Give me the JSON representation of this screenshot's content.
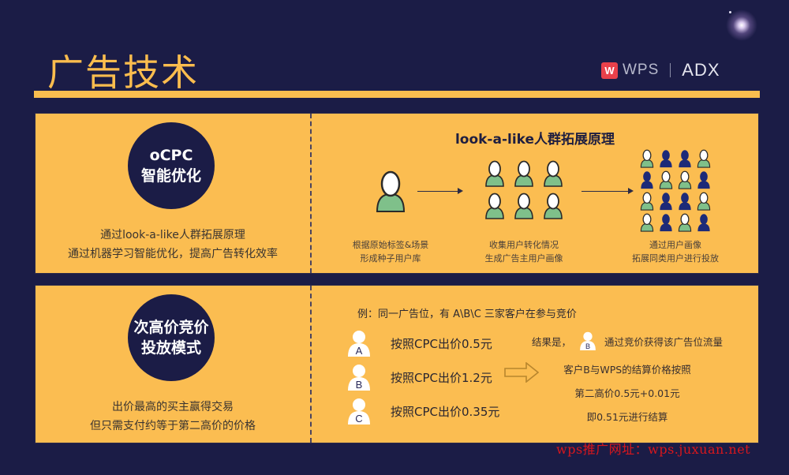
{
  "header": {
    "title": "广告技术",
    "logo": {
      "badge": "W",
      "brand": "WPS",
      "product": "ADX"
    }
  },
  "colors": {
    "background": "#1b1c46",
    "accent": "#fbbd51",
    "user_green": "#7fc08a",
    "user_navy": "#1d2a78",
    "watermark": "#d8171d"
  },
  "ocpc_panel": {
    "circle_line1": "oCPC",
    "circle_line2": "智能优化",
    "desc_line1": "通过look-a-like人群拓展原理",
    "desc_line2": "通过机器学习智能优化，提高广告转化效率",
    "lookalike": {
      "title": "look-a-like人群拓展原理",
      "steps": [
        {
          "line1": "根据原始标签&场景",
          "line2": "形成种子用户库"
        },
        {
          "line1": "收集用户转化情况",
          "line2": "生成广告主用户画像"
        },
        {
          "line1": "通过用户画像",
          "line2": "拓展同类用户进行投放"
        }
      ],
      "grid_pattern": [
        [
          "green",
          "navy",
          "navy",
          "green"
        ],
        [
          "navy",
          "green",
          "green",
          "navy"
        ],
        [
          "green",
          "navy",
          "navy",
          "green"
        ],
        [
          "green",
          "navy",
          "green",
          "navy"
        ]
      ]
    }
  },
  "bidding_panel": {
    "circle_line1": "次高价竞价",
    "circle_line2": "投放模式",
    "desc_line1": "出价最高的买主赢得交易",
    "desc_line2": "但只需支付约等于第二高价的价格",
    "example_title": "例：同一广告位，有 A\\B\\C 三家客户在参与竞价",
    "bidders": [
      {
        "label": "A",
        "text": "按照CPC出价0.5元"
      },
      {
        "label": "B",
        "text": "按照CPC出价1.2元"
      },
      {
        "label": "C",
        "text": "按照CPC出价0.35元"
      }
    ],
    "result": {
      "prefix": "结果是，",
      "winner": "B",
      "suffix": "通过竞价获得该广告位流量",
      "line2": "客户B与WPS的结算价格按照",
      "line3": "第二高价0.5元+0.01元",
      "line4": "即0.51元进行结算"
    }
  },
  "watermark": "wps推广网址：wps.juxuan.net"
}
